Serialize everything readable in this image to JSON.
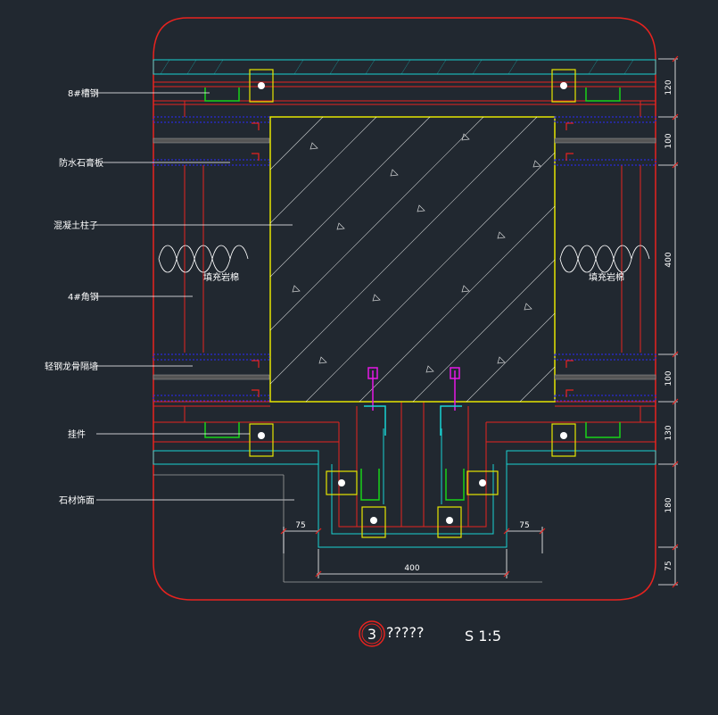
{
  "labels": {
    "steel_b": "8#槽钢",
    "fireproof_board": "防水石膏板",
    "concrete_column": "混凝土柱子",
    "angle_steel": "4#角钢",
    "light_steel_wall": "轻钢龙骨隔墙",
    "hanger": "挂件",
    "stone_finish": "石材饰面",
    "rockwool_left": "填充岩棉",
    "rockwool_right": "填充岩棉"
  },
  "dimensions": {
    "right": [
      "120",
      "100",
      "400",
      "100",
      "130",
      "180",
      "75"
    ],
    "bottom_left": "75",
    "bottom_right": "75",
    "bottom_width": "400"
  },
  "title_block": {
    "number": "3",
    "name": "?????",
    "scale": "S 1:5"
  },
  "colors": {
    "background": "#212830",
    "frame": "#e8231f",
    "column": "#e6e600",
    "cyan": "#19d2d2",
    "green": "#19d219",
    "blue": "#2a2aff",
    "magenta": "#e619e6",
    "white": "#ffffff",
    "gray": "#a0a0a0"
  }
}
